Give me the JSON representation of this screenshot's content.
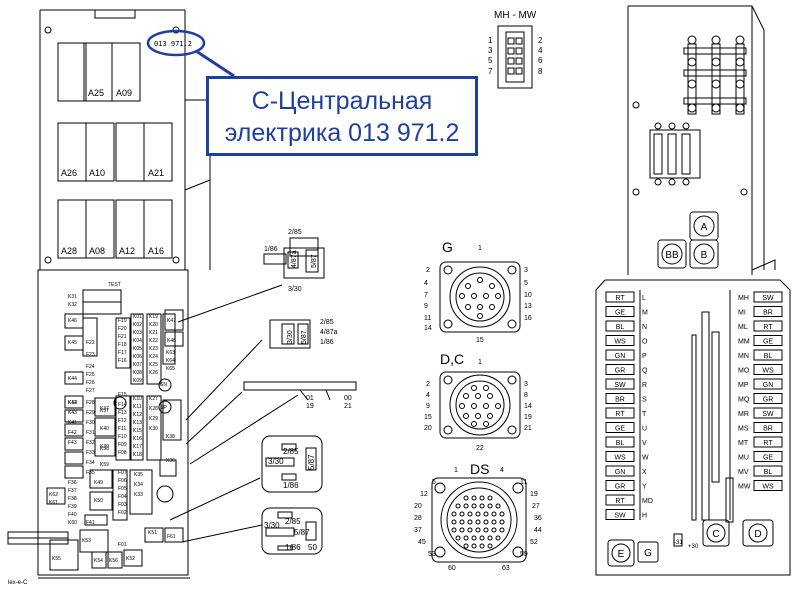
{
  "callout": {
    "line1": "С-Центральная",
    "line2": "электрика 013 971.2"
  },
  "part_number": "013 971.2",
  "connector_mh_mw": {
    "title": "MH - MW",
    "pins_left": [
      "1",
      "3",
      "5",
      "7"
    ],
    "pins_right": [
      "2",
      "4",
      "6",
      "8"
    ]
  },
  "connector_g": {
    "title": "G",
    "pins": [
      "1",
      "2",
      "3",
      "4",
      "5",
      "7",
      "10",
      "9",
      "11",
      "13",
      "14",
      "16",
      "15"
    ]
  },
  "connector_dc": {
    "title": "D,C",
    "pins": [
      "1",
      "2",
      "3",
      "4",
      "8",
      "9",
      "14",
      "15",
      "19",
      "20",
      "21",
      "22"
    ]
  },
  "connector_ds": {
    "title": "DS",
    "pins": [
      "1",
      "4",
      "5",
      "11",
      "12",
      "19",
      "20",
      "27",
      "28",
      "36",
      "37",
      "44",
      "45",
      "52",
      "53",
      "59",
      "60",
      "63"
    ]
  },
  "relay_small": {
    "labels": [
      "2/85",
      "1/86",
      "3/30",
      "5/87",
      "4/87a"
    ]
  },
  "relay_side": {
    "labels": [
      "2/85",
      "4/87a",
      "1/86",
      "3/30",
      "5/87"
    ]
  },
  "relay_box1": {
    "labels": [
      "2/85",
      "3/30",
      "5/87",
      "1/86"
    ]
  },
  "relay_box2": {
    "labels": [
      "2/85",
      "3/30",
      "5/87",
      "1/86",
      "50"
    ]
  },
  "strip_labels": [
    "01",
    "19",
    "00",
    "21"
  ],
  "modules_top": [
    "A25",
    "A09"
  ],
  "modules_mid": [
    "A26",
    "A10",
    "A21"
  ],
  "modules_bot": [
    "A28",
    "A08",
    "A12",
    "A16"
  ],
  "panel_letters": [
    "A",
    "BB",
    "B",
    "E",
    "G",
    "C",
    "D"
  ],
  "left_column": [
    {
      "code": "RT",
      "letter": "L"
    },
    {
      "code": "GE",
      "letter": "M"
    },
    {
      "code": "BL",
      "letter": "N"
    },
    {
      "code": "WS",
      "letter": "O"
    },
    {
      "code": "GN",
      "letter": "P"
    },
    {
      "code": "GR",
      "letter": "Q"
    },
    {
      "code": "SW",
      "letter": "R"
    },
    {
      "code": "BR",
      "letter": "S"
    },
    {
      "code": "RT",
      "letter": "T"
    },
    {
      "code": "GE",
      "letter": "U"
    },
    {
      "code": "BL",
      "letter": "V"
    },
    {
      "code": "WS",
      "letter": "W"
    },
    {
      "code": "GN",
      "letter": "X"
    },
    {
      "code": "GR",
      "letter": "Y"
    },
    {
      "code": "RT",
      "letter": "MD"
    },
    {
      "code": "SW",
      "letter": "H"
    }
  ],
  "right_column": [
    {
      "letter": "MH",
      "code": "SW"
    },
    {
      "letter": "MI",
      "code": "BR"
    },
    {
      "letter": "ML",
      "code": "RT"
    },
    {
      "letter": "MM",
      "code": "GE"
    },
    {
      "letter": "MN",
      "code": "BL"
    },
    {
      "letter": "MO",
      "code": "WS"
    },
    {
      "letter": "MP",
      "code": "GN"
    },
    {
      "letter": "MQ",
      "code": "GR"
    },
    {
      "letter": "MR",
      "code": "SW"
    },
    {
      "letter": "MS",
      "code": "BR"
    },
    {
      "letter": "MT",
      "code": "RT"
    },
    {
      "letter": "MU",
      "code": "GE"
    },
    {
      "letter": "MV",
      "code": "BL"
    },
    {
      "letter": "MW",
      "code": "WS"
    }
  ],
  "fuse_labels": [
    "K31",
    "K32",
    "K46",
    "K45",
    "F22",
    "F23",
    "K44",
    "F24",
    "F25",
    "F26",
    "F27",
    "K14",
    "F28",
    "F29",
    "F30",
    "F31",
    "F32",
    "F33",
    "F34",
    "F35",
    "F36",
    "F37",
    "F38",
    "F39",
    "F40",
    "F41",
    "K42",
    "K43",
    "K41",
    "F42",
    "F43",
    "K40",
    "K39",
    "K37",
    "K38",
    "K36",
    "K35",
    "K34",
    "K33",
    "K47",
    "K48",
    "F19",
    "F20",
    "F21",
    "F18",
    "F17",
    "F16",
    "F15",
    "F14",
    "F13",
    "F12",
    "F11",
    "F10",
    "F09",
    "F08",
    "F07",
    "F06",
    "F05",
    "F04",
    "F03",
    "F02",
    "F01",
    "K01",
    "K02",
    "K03",
    "K04",
    "K05",
    "K06",
    "K07",
    "K08",
    "K09",
    "K10",
    "K11",
    "K12",
    "K13",
    "K15",
    "K16",
    "K17",
    "K18",
    "K19",
    "K20",
    "K21",
    "K22",
    "K23",
    "K24",
    "K25",
    "K26",
    "K27",
    "K28",
    "K29",
    "K30"
  ],
  "other_labels": {
    "test": "TEST",
    "k62": "K62",
    "k61": "K61",
    "k60": "K60",
    "k50": "K50",
    "k49": "K49",
    "k51": "K51",
    "k52": "K52",
    "f61": "F61",
    "k57": "K57",
    "k58": "K58",
    "k59": "K59",
    "sn": "SN",
    "sp": "SP",
    "k53": "K53",
    "k56": "K56",
    "k54": "K54",
    "k55": "K55",
    "k63": "K63",
    "k64": "K64",
    "k65": "K65",
    "footer": "lex-e-C",
    "minus31": "-31",
    "plus30": "+30"
  }
}
